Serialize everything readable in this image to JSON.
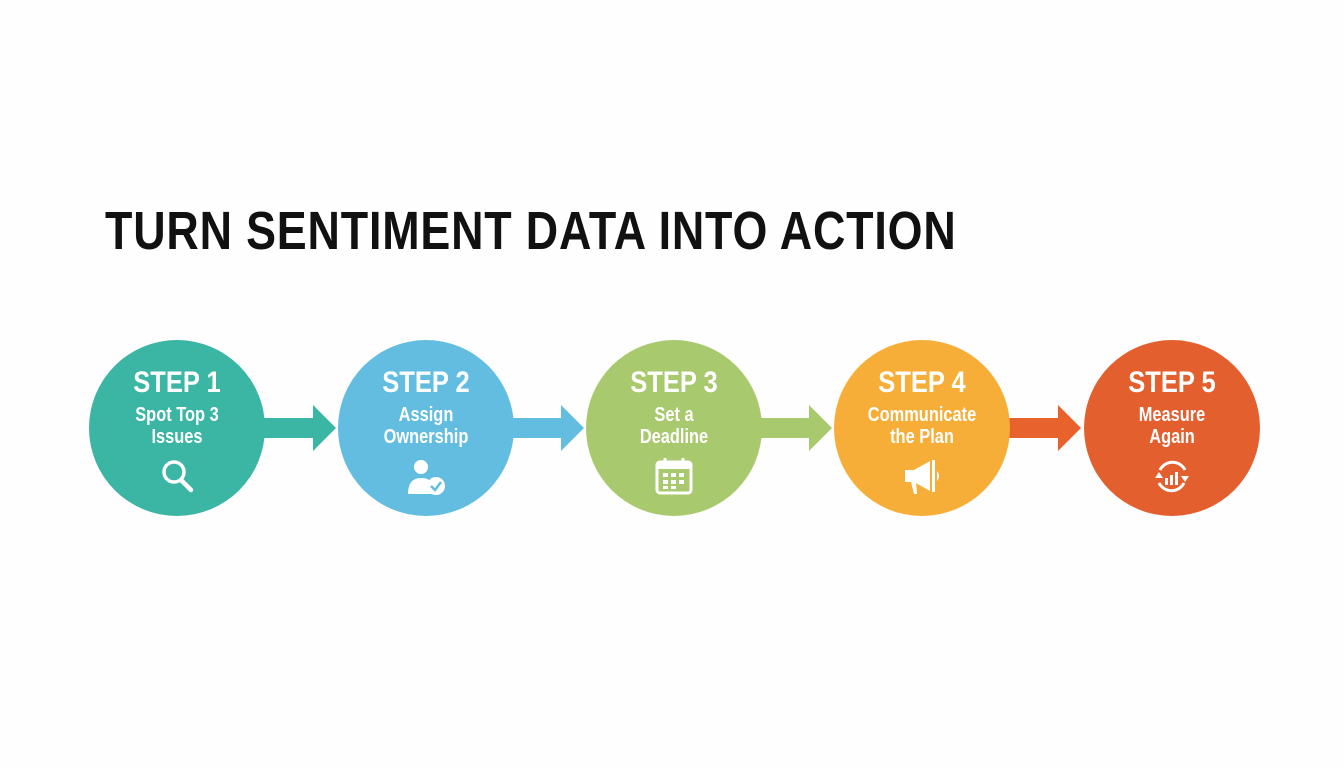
{
  "title": "TURN SENTIMENT DATA INTO ACTION",
  "steps": [
    {
      "label": "STEP 1",
      "line1": "Spot Top 3",
      "line2": "Issues",
      "icon": "magnifier-icon",
      "color": "#3bb5a4"
    },
    {
      "label": "STEP 2",
      "line1": "Assign",
      "line2": "Ownership",
      "icon": "user-check-icon",
      "color": "#62bde0"
    },
    {
      "label": "STEP 3",
      "line1": "Set a",
      "line2": "Deadline",
      "icon": "calendar-icon",
      "color": "#a9c96e"
    },
    {
      "label": "STEP 4",
      "line1": "Communicate",
      "line2": "the Plan",
      "icon": "megaphone-icon",
      "color": "#f6ae38"
    },
    {
      "label": "STEP 5",
      "line1": "Measure",
      "line2": "Again",
      "icon": "refresh-chart-icon",
      "color": "#e35f2e"
    }
  ]
}
